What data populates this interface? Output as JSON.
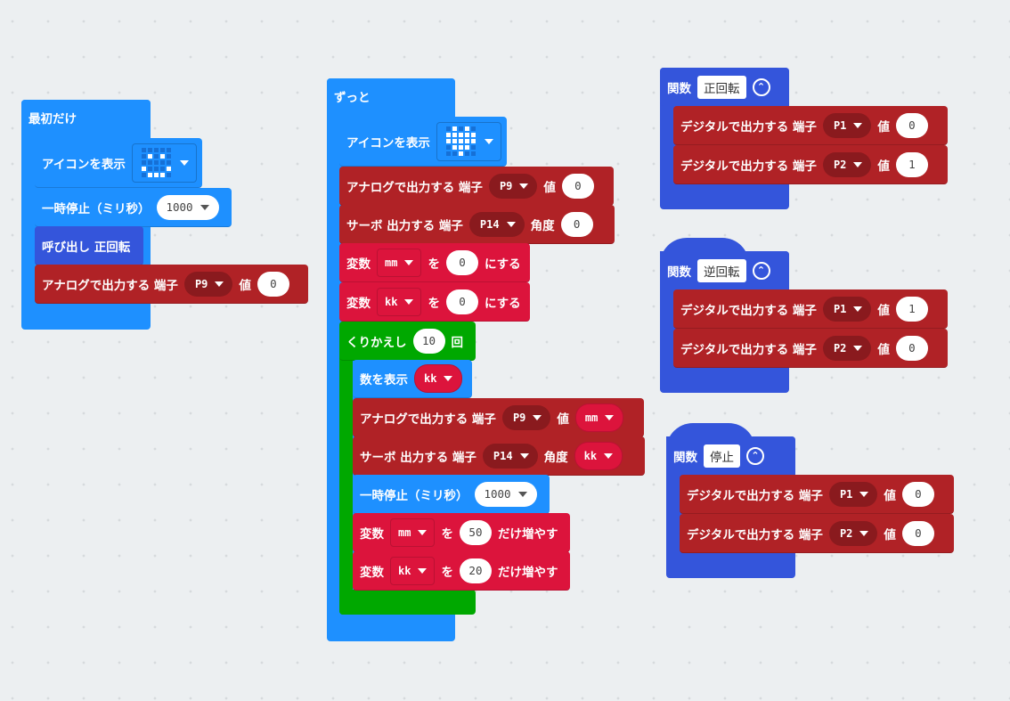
{
  "colors": {
    "event": "#1e90ff",
    "function": "#3455db",
    "pins": "#b02226",
    "variables": "#dc143c",
    "loops": "#00a800"
  },
  "on_start": {
    "label": "最初だけ",
    "show_icon": {
      "label": "アイコンを表示",
      "pattern": [
        "00000",
        "01010",
        "00000",
        "10001",
        "01110"
      ]
    },
    "pause": {
      "label": "一時停止（ミリ秒）",
      "value": "1000"
    },
    "call": {
      "label": "呼び出し 正回転"
    },
    "analog": {
      "label": "アナログで出力する 端子",
      "pin": "P9",
      "value_label": "値",
      "value": "0"
    }
  },
  "forever": {
    "label": "ずっと",
    "show_icon": {
      "label": "アイコンを表示",
      "pattern": [
        "01010",
        "11111",
        "11111",
        "01110",
        "00100"
      ]
    },
    "analog": {
      "label": "アナログで出力する 端子",
      "pin": "P9",
      "value_label": "値",
      "value": "0"
    },
    "servo": {
      "label": "サーボ 出力する 端子",
      "pin": "P14",
      "angle_label": "角度",
      "value": "0"
    },
    "set_mm": {
      "label": "変数",
      "var": "mm",
      "to": "を",
      "value": "0",
      "suffix": "にする"
    },
    "set_kk": {
      "label": "変数",
      "var": "kk",
      "to": "を",
      "value": "0",
      "suffix": "にする"
    },
    "repeat": {
      "label": "くりかえし",
      "count": "10",
      "suffix": "回",
      "show_number": {
        "label": "数を表示",
        "var": "kk"
      },
      "analog": {
        "label": "アナログで出力する 端子",
        "pin": "P9",
        "value_label": "値",
        "var": "mm"
      },
      "servo": {
        "label": "サーボ 出力する 端子",
        "pin": "P14",
        "angle_label": "角度",
        "var": "kk"
      },
      "pause": {
        "label": "一時停止（ミリ秒）",
        "value": "1000"
      },
      "change_mm": {
        "label": "変数",
        "var": "mm",
        "by": "を",
        "value": "50",
        "suffix": "だけ増やす"
      },
      "change_kk": {
        "label": "変数",
        "var": "kk",
        "by": "を",
        "value": "20",
        "suffix": "だけ増やす"
      }
    }
  },
  "functions": [
    {
      "label": "関数",
      "name": "正回転",
      "rows": [
        {
          "label": "デジタルで出力する 端子",
          "pin": "P1",
          "value_label": "値",
          "value": "0"
        },
        {
          "label": "デジタルで出力する 端子",
          "pin": "P2",
          "value_label": "値",
          "value": "1"
        }
      ]
    },
    {
      "label": "関数",
      "name": "逆回転",
      "rows": [
        {
          "label": "デジタルで出力する 端子",
          "pin": "P1",
          "value_label": "値",
          "value": "1"
        },
        {
          "label": "デジタルで出力する 端子",
          "pin": "P2",
          "value_label": "値",
          "value": "0"
        }
      ]
    },
    {
      "label": "関数",
      "name": "停止",
      "rows": [
        {
          "label": "デジタルで出力する 端子",
          "pin": "P1",
          "value_label": "値",
          "value": "0"
        },
        {
          "label": "デジタルで出力する 端子",
          "pin": "P2",
          "value_label": "値",
          "value": "0"
        }
      ]
    }
  ]
}
